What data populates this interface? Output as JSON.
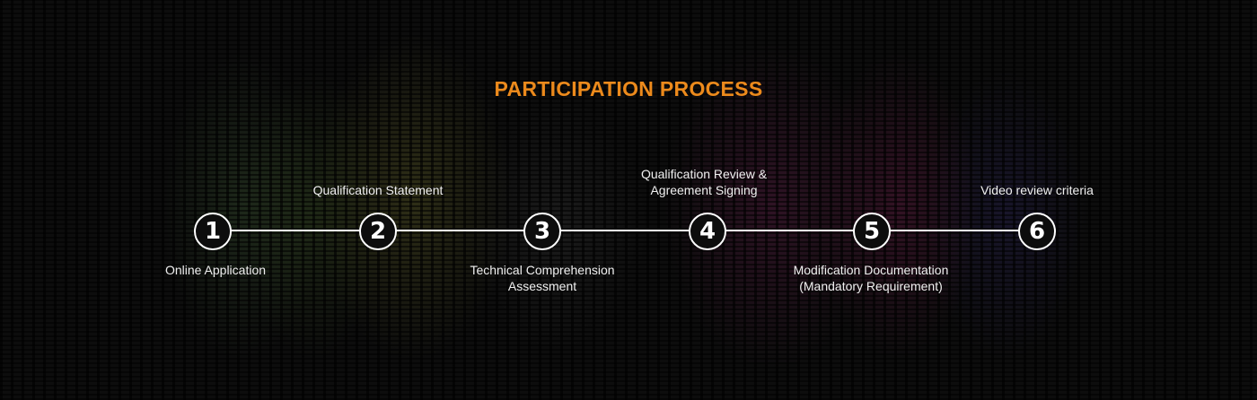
{
  "title": "PARTICIPATION PROCESS",
  "accent_color": "#ec8a1c",
  "steps": [
    {
      "number": "1",
      "label": "Online Application",
      "position": "below"
    },
    {
      "number": "2",
      "label": "Qualification Statement",
      "position": "above"
    },
    {
      "number": "3",
      "label": "Technical Comprehension Assessment",
      "position": "below"
    },
    {
      "number": "4",
      "label": "Qualification Review & Agreement Signing",
      "position": "above"
    },
    {
      "number": "5",
      "label": "Modification Documentation (Mandatory Requirement)",
      "position": "below"
    },
    {
      "number": "6",
      "label": "Video review criteria",
      "position": "above"
    }
  ]
}
